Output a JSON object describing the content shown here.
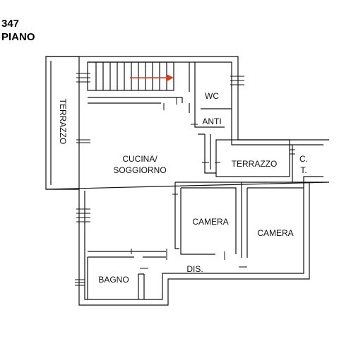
{
  "header": {
    "number": "347",
    "floor": "PIANO"
  },
  "rooms": {
    "terrazzo_left": "TERRAZZO",
    "wc": "WC",
    "anti": "ANTI",
    "cucina_line1": "CUCINA/",
    "cucina_line2": "SOGGIORNO",
    "terrazzo_right": "TERRAZZO",
    "ct_line1": "C.",
    "ct_line2": "T.",
    "camera_left": "CAMERA",
    "camera_right": "CAMERA",
    "bagno": "BAGNO",
    "dis": "DIS."
  },
  "colors": {
    "wall": "#111111",
    "arrow": "#e03a1e"
  }
}
